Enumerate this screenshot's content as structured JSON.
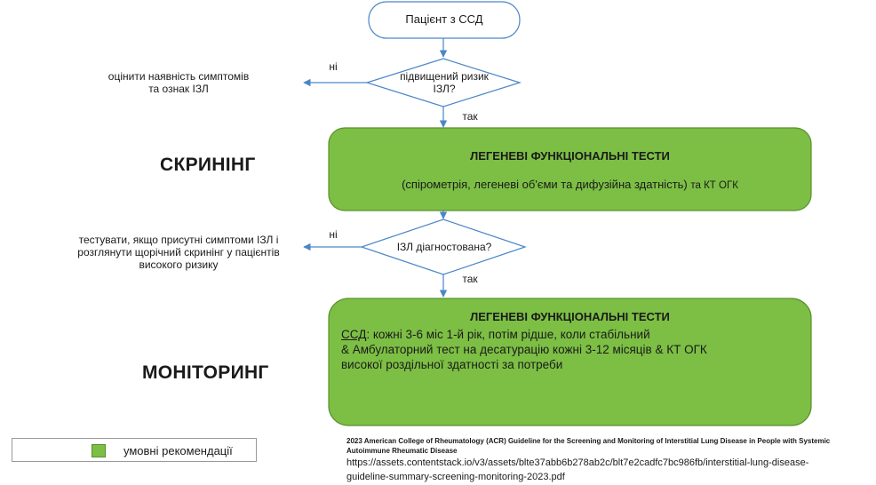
{
  "start_node": {
    "label": "Пацієнт з ССД"
  },
  "decision_1": {
    "label_line1": "підвищений ризик",
    "label_line2": "ІЗЛ?"
  },
  "decision_1_no": {
    "edge": "ні",
    "line1": "оцінити наявність симптомів",
    "line2": "та ознак ІЗЛ"
  },
  "decision_1_yes": {
    "edge": "так"
  },
  "screening": {
    "section_label": "СКРИНІНГ",
    "title": "ЛЕГЕНЕВІ ФУНКЦІОНАЛЬНІ ТЕСТИ",
    "subtitle_main": "(спірометрія, легеневі об'єми та дифузійна здатність)",
    "subtitle_tail": "та КТ ОГК"
  },
  "decision_2": {
    "label": "ІЗЛ діагностована?"
  },
  "decision_2_no": {
    "edge": "ні",
    "line1": "тестувати, якщо присутні симптоми ІЗЛ і",
    "line2": "розглянути щорічний скринінг у пацієнтів",
    "line3": "високого ризику"
  },
  "decision_2_yes": {
    "edge": "так"
  },
  "monitoring": {
    "section_label": "МОНІТОРИНГ",
    "title": "ЛЕГЕНЕВІ ФУНКЦІОНАЛЬНІ ТЕСТИ",
    "prefix": "ССД",
    "line1_rest": ": кожні 3-6 міс 1-й рік, потім рідше, коли стабільний",
    "line2": "& Амбулаторний тест на десатурацію кожні 3-12 місяців & КТ ОГК",
    "line3": "високої роздільної здатності за потреби"
  },
  "legend": {
    "label": "умовні рекомендації",
    "color": "#7cbf44"
  },
  "citation": {
    "line1": "2023 American College of Rheumatology (ACR) Guideline for the Screening and Monitoring of Interstitial Lung Disease in People with Systemic",
    "line2": "Autoimmune Rheumatic Disease",
    "url_line1": "https://assets.contentstack.io/v3/assets/blte37abb6b278ab2c/blt7e2cadfc7bc986fb/interstitial-lung-disease-",
    "url_line2": "guideline-summary-screening-monitoring-2023.pdf"
  },
  "colors": {
    "recommendation_box": "#7cbf44",
    "box_border": "#5a8f2e",
    "line": "#4a86c7"
  }
}
